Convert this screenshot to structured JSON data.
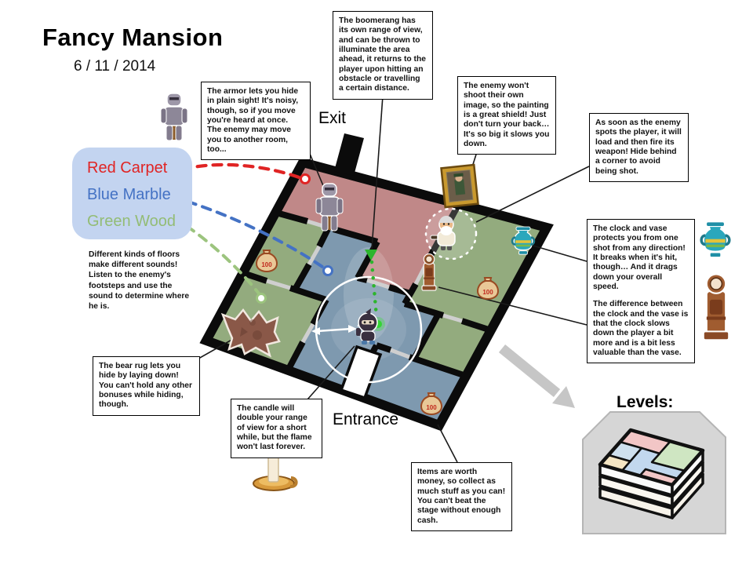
{
  "title": "Fancy Mansion",
  "date": "6 / 11 / 2014",
  "legend": {
    "red": {
      "label": "Red Carpet",
      "color": "#e02424"
    },
    "blue": {
      "label": "Blue Marble",
      "color": "#4472c4"
    },
    "green": {
      "label": "Green Wood",
      "color": "#93bc75"
    }
  },
  "map": {
    "exit_label": "Exit",
    "entrance_label": "Entrance",
    "money_value": "100"
  },
  "notes": {
    "boomerang": "The boomerang has its own range of view, and can be thrown to illuminate the area ahead, it returns to the player upon hitting an obstacle or travelling a certain distance.",
    "armor": "The armor lets you hide in plain sight! It's noisy, though, so if you move you're heard at once. The enemy may move you to another room, too...",
    "painting": "The enemy won't shoot their own image, so the painting is a great shield! Just don't turn your back… It's so big it slows you down.",
    "enemy": "As soon as the enemy spots the player, it will load and then fire its weapon! Hide behind a corner to avoid being shot.",
    "clock_vase_1": "The clock and vase protects you from one shot from any direction! It breaks when it's hit, though… And it drags down your overall speed.",
    "clock_vase_2": "The difference between the clock and the vase is that the clock slows down the player a bit more and is a bit less valuable than the vase.",
    "floors": "Different kinds of floors make different sounds! Listen to the enemy's footsteps and use the sound to determine where he is.",
    "bear_rug": "The bear rug lets you hide by laying down! You can't hold any other bonuses while hiding, though.",
    "candle": "The candle will double your range of view for a short while, but the flame won't last forever.",
    "items": "Items are worth money, so collect as much stuff as you can! You can't beat the stage without enough cash."
  },
  "levels": {
    "label": "Levels:"
  },
  "colors": {
    "carpet": "#c08888",
    "wood": "#93ab7e",
    "marble": "#7e99af"
  }
}
